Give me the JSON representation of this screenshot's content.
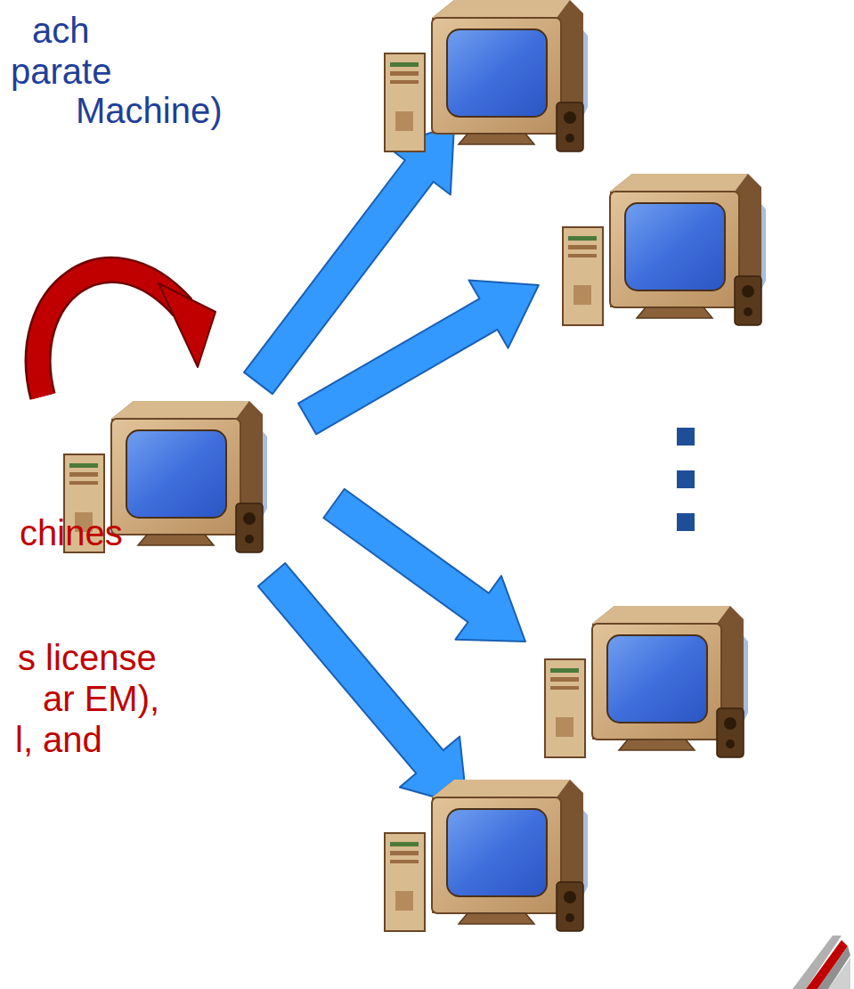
{
  "diagram": {
    "labels": [
      "ach",
      "parate",
      "Machine)",
      "chines",
      "s license",
      "ar EM),",
      "l, and"
    ]
  }
}
